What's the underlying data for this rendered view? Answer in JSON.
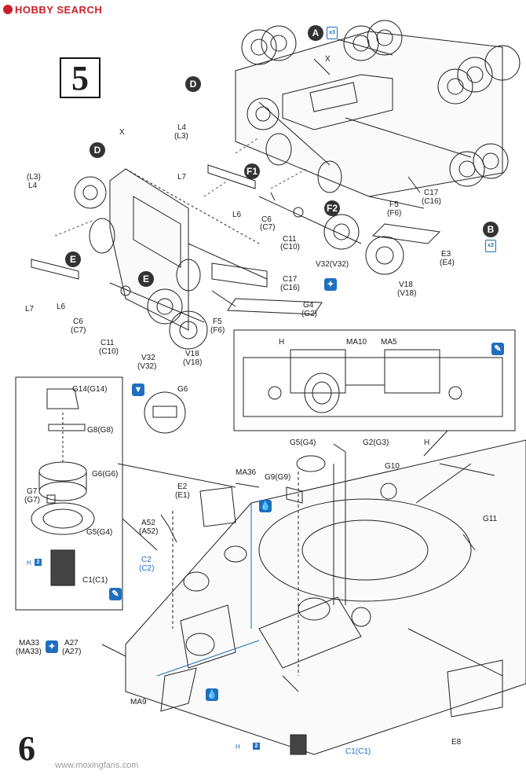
{
  "header": {
    "brand": "HOBBY SEARCH"
  },
  "steps": {
    "step5": "5",
    "step6": "6"
  },
  "circles": {
    "a_top": "A",
    "d1": "D",
    "d2": "D",
    "f1": "F1",
    "f2": "F2",
    "e1": "E",
    "e2": "E",
    "b": "B"
  },
  "badges": {
    "x3_a": "x3",
    "x3_b": "x3"
  },
  "labels": {
    "x_top": "X",
    "x_left": "X",
    "l4_top": "L4",
    "l3_top": "(L3)",
    "l3_left": "(L3)",
    "l4_left": "L4",
    "l7_mid": "L7",
    "l6_mid": "L6",
    "l7_left": "L7",
    "l6_left": "L6",
    "c6_mid": "C6",
    "c7_mid": "(C7)",
    "c11_mid": "C11",
    "c10_mid": "(C10)",
    "v32_mid": "V32(V32)",
    "f5_mid": "F5",
    "f6_mid": "(F6)",
    "c17_mid": "C17",
    "c16_mid": "(C16)",
    "e3": "E3",
    "e4": "(E4)",
    "v18_mid": "V18",
    "v18b_mid": "(V18)",
    "c6_left": "C6",
    "c7_left": "(C7)",
    "c11_left": "C11",
    "c10_left": "(C10)",
    "v32_left": "V32",
    "v32b_left": "(V32)",
    "v18_left": "V18",
    "v18b_left": "(V18)",
    "f5_left": "F5",
    "f6_left": "(F6)",
    "c17_left": "C17",
    "c16_left": "(C16)",
    "g4": "G4",
    "g2": "(G2)",
    "h_detail": "H",
    "ma10": "MA10",
    "ma5": "MA5",
    "g14": "G14(G14)",
    "g6_detail": "G6",
    "g8": "G8(G8)",
    "g6g6": "G6(G6)",
    "g7": "G7",
    "g7b": "(G7)",
    "g5_inset": "G5(G4)",
    "c1_inset": "C1(C1)",
    "g5_main": "G5(G4)",
    "g2g3": "G2(G3)",
    "h_main": "H",
    "g10": "G10",
    "ma36": "MA36",
    "g9": "G9(G9)",
    "e2": "E2",
    "e1": "(E1)",
    "a52": "A52",
    "a52b": "(A52)",
    "c2": "C2",
    "c2b": "(C2)",
    "g11": "G11",
    "ma33": "MA33",
    "ma33b": "(MA33)",
    "a27": "A27",
    "a27b": "(A27)",
    "ma9": "MA9",
    "e8": "E8",
    "c1_main": "C1(C1)"
  },
  "paint": {
    "h2_a": "H",
    "two_a": "2",
    "h2_b": "H",
    "two_b": "2"
  },
  "footer": {
    "watermark": "www.moxingfans.com"
  }
}
